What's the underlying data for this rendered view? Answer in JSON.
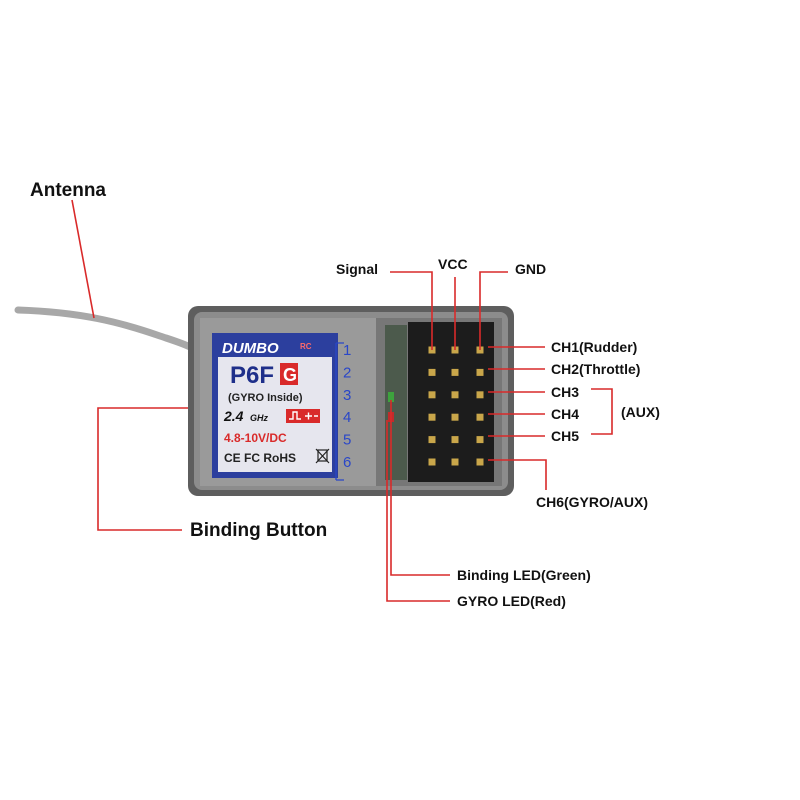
{
  "labels": {
    "antenna": "Antenna",
    "binding_button": "Binding Button",
    "signal": "Signal",
    "vcc": "VCC",
    "gnd": "GND",
    "ch1": "CH1(Rudder)",
    "ch2": "CH2(Throttle)",
    "ch3": "CH3",
    "ch4": "CH4",
    "ch5": "CH5",
    "aux": "(AUX)",
    "ch6": "CH6(GYRO/AUX)",
    "binding_led": "Binding LED(Green)",
    "gyro_led": "GYRO LED(Red)"
  },
  "sticker": {
    "brand": "DUMBO",
    "brand_sup": "RC",
    "model": "P6F",
    "model_suffix": "G",
    "gyro_inside": "(GYRO Inside)",
    "freq": "2.4",
    "freq_unit": "GHz",
    "voltage": "4.8-10V/DC",
    "certs": "CE FC RoHS"
  },
  "pin_numbers": [
    "1",
    "2",
    "3",
    "4",
    "5",
    "6"
  ],
  "colors": {
    "leader": "#d92a2a",
    "sticker_bg": "#2c3f9e",
    "pin_number": "#2a47c8",
    "case": "#6a6a6a",
    "voltage_text": "#d92a2a"
  }
}
